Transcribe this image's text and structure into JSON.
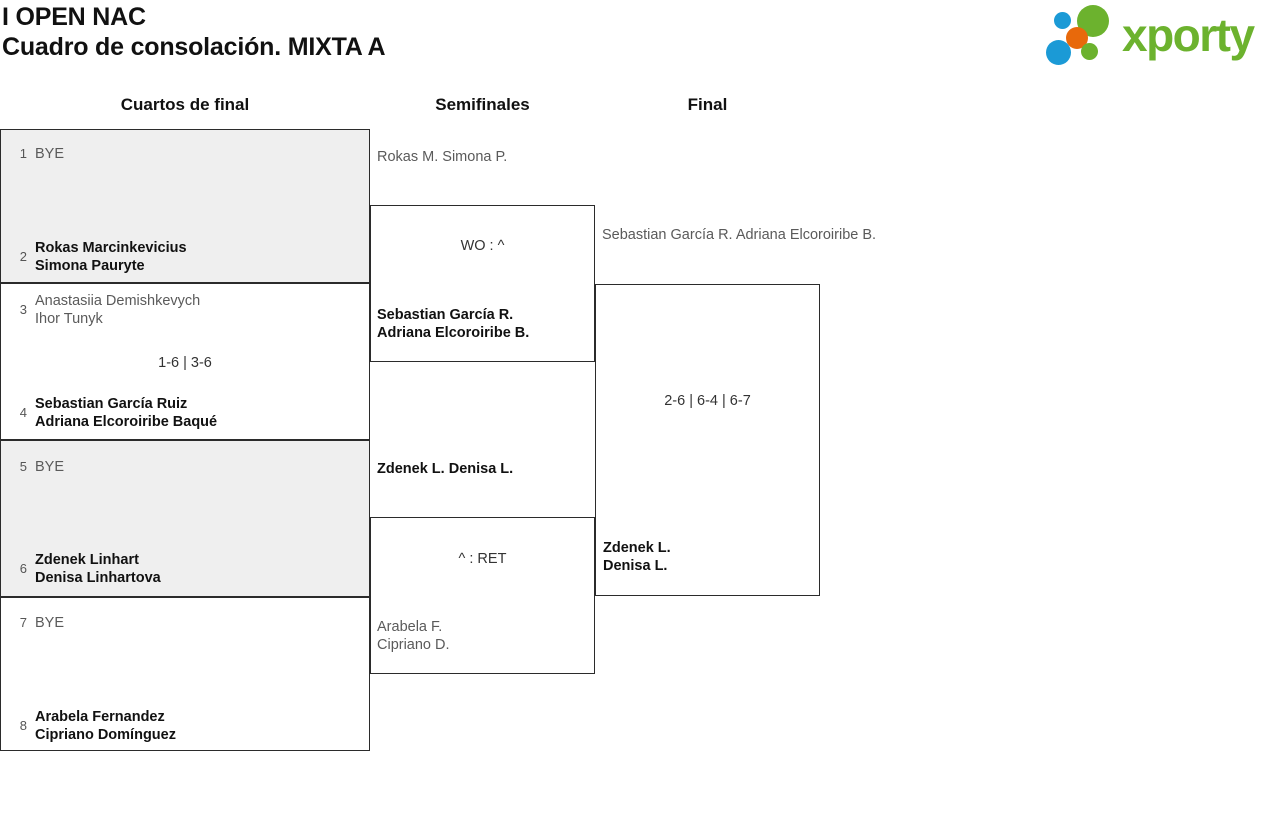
{
  "header": {
    "tournament": "I OPEN NAC",
    "subtitle": "Cuadro de consolación. MIXTA A",
    "logo": {
      "wordmark": "xporty",
      "colors": {
        "green": "#6cb22e",
        "blue": "#1b9ad6",
        "orange": "#e8690b"
      }
    }
  },
  "rounds": [
    {
      "key": "r1",
      "label": "Cuartos de final"
    },
    {
      "key": "r2",
      "label": "Semifinales"
    },
    {
      "key": "r3",
      "label": "Final"
    }
  ],
  "bracket": {
    "round1": [
      {
        "seed_top": "1",
        "top_text": "BYE",
        "top_state": "bye",
        "seed_bottom": "2",
        "bottom_names": [
          "Rokas Marcinkevicius",
          "Simona Pauryte"
        ],
        "bottom_state": "winner",
        "score": ""
      },
      {
        "seed_top": "3",
        "top_names": [
          "Anastasiia Demishkevych",
          "Ihor Tunyk"
        ],
        "top_state": "loser",
        "seed_bottom": "4",
        "bottom_names": [
          "Sebastian García Ruiz",
          "Adriana Elcoroiribe Baqué"
        ],
        "bottom_state": "winner",
        "score": "1-6 | 3-6"
      },
      {
        "seed_top": "5",
        "top_text": "BYE",
        "top_state": "bye",
        "seed_bottom": "6",
        "bottom_names": [
          "Zdenek Linhart",
          "Denisa Linhartova"
        ],
        "bottom_state": "winner",
        "score": ""
      },
      {
        "seed_top": "7",
        "top_text": "BYE",
        "top_state": "bye",
        "seed_bottom": "8",
        "bottom_names": [
          "Arabela Fernandez",
          "Cipriano Domínguez"
        ],
        "bottom_state": "winner",
        "score": ""
      }
    ],
    "round2": [
      {
        "top_names": [
          "Rokas M.",
          "Simona P."
        ],
        "top_state": "loser",
        "bottom_names": [
          "Sebastian García R.",
          "Adriana Elcoroiribe B."
        ],
        "bottom_state": "winner",
        "score": "WO : ^"
      },
      {
        "top_names": [
          "Zdenek L.",
          "Denisa L."
        ],
        "top_state": "winner",
        "bottom_names": [
          "Arabela F.",
          "Cipriano D."
        ],
        "bottom_state": "loser",
        "score": "^ : RET"
      }
    ],
    "round3": [
      {
        "top_names": [
          "Sebastian García R.",
          "Adriana Elcoroiribe B."
        ],
        "top_state": "loser",
        "bottom_names": [
          "Zdenek L.",
          "Denisa L."
        ],
        "bottom_state": "winner",
        "score": "2-6 | 6-4 | 6-7"
      }
    ]
  }
}
